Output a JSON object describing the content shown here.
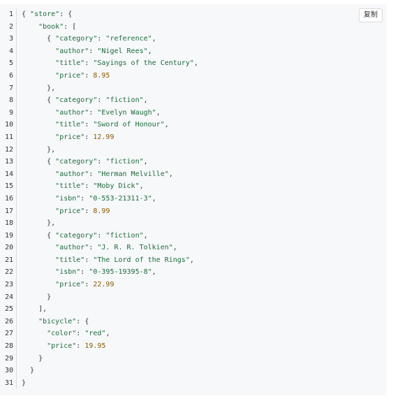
{
  "copy_button": {
    "label": "复制"
  },
  "lines": [
    {
      "n": "1",
      "t": "{ \"store\": {"
    },
    {
      "n": "2",
      "t": "    \"book\": ["
    },
    {
      "n": "3",
      "t": "      { \"category\": \"reference\","
    },
    {
      "n": "4",
      "t": "        \"author\": \"Nigel Rees\","
    },
    {
      "n": "5",
      "t": "        \"title\": \"Sayings of the Century\","
    },
    {
      "n": "6",
      "t": "        \"price\": 8.95"
    },
    {
      "n": "7",
      "t": "      },"
    },
    {
      "n": "8",
      "t": "      { \"category\": \"fiction\","
    },
    {
      "n": "9",
      "t": "        \"author\": \"Evelyn Waugh\","
    },
    {
      "n": "10",
      "t": "        \"title\": \"Sword of Honour\","
    },
    {
      "n": "11",
      "t": "        \"price\": 12.99"
    },
    {
      "n": "12",
      "t": "      },"
    },
    {
      "n": "13",
      "t": "      { \"category\": \"fiction\","
    },
    {
      "n": "14",
      "t": "        \"author\": \"Herman Melville\","
    },
    {
      "n": "15",
      "t": "        \"title\": \"Moby Dick\","
    },
    {
      "n": "16",
      "t": "        \"isbn\": \"0-553-21311-3\","
    },
    {
      "n": "17",
      "t": "        \"price\": 8.99"
    },
    {
      "n": "18",
      "t": "      },"
    },
    {
      "n": "19",
      "t": "      { \"category\": \"fiction\","
    },
    {
      "n": "20",
      "t": "        \"author\": \"J. R. R. Tolkien\","
    },
    {
      "n": "21",
      "t": "        \"title\": \"The Lord of the Rings\","
    },
    {
      "n": "22",
      "t": "        \"isbn\": \"0-395-19395-8\","
    },
    {
      "n": "23",
      "t": "        \"price\": 22.99"
    },
    {
      "n": "24",
      "t": "      }"
    },
    {
      "n": "25",
      "t": "    ],"
    },
    {
      "n": "26",
      "t": "    \"bicycle\": {"
    },
    {
      "n": "27",
      "t": "      \"color\": \"red\","
    },
    {
      "n": "28",
      "t": "      \"price\": 19.95"
    },
    {
      "n": "29",
      "t": "    }"
    },
    {
      "n": "30",
      "t": "  }"
    },
    {
      "n": "31",
      "t": "}"
    }
  ]
}
